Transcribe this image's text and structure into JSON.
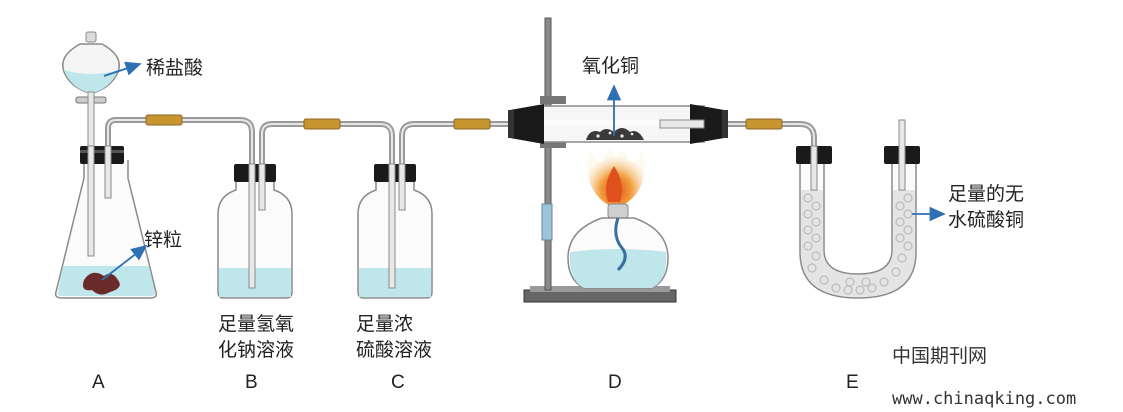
{
  "labels": {
    "dilute_hcl": "稀盐酸",
    "zinc": "锌粒",
    "naoh_line1": "足量氢氧",
    "naoh_line2": "化钠溶液",
    "h2so4_line1": "足量浓",
    "h2so4_line2": "硫酸溶液",
    "cuo": "氧化铜",
    "cuso4_line1": "足量的无",
    "cuso4_line2": "水硫酸铜"
  },
  "captions": [
    "A",
    "B",
    "C",
    "D",
    "E"
  ],
  "watermark": {
    "line1": "中国期刊网",
    "line2": "www.chinaqking.com"
  },
  "colors": {
    "liquid": "#bfe6ea",
    "liquid_dark": "#9fd3da",
    "glass": "#8a8a8a",
    "tube": "#9a9a9a",
    "rubber": "#c8962e",
    "stopper": "#1a1a1a",
    "arrow": "#2f6fb3",
    "zinc": "#6b2a2a",
    "flame_outer": "#f7d08a",
    "flame_inner": "#e0521d",
    "stand": "#555555"
  }
}
